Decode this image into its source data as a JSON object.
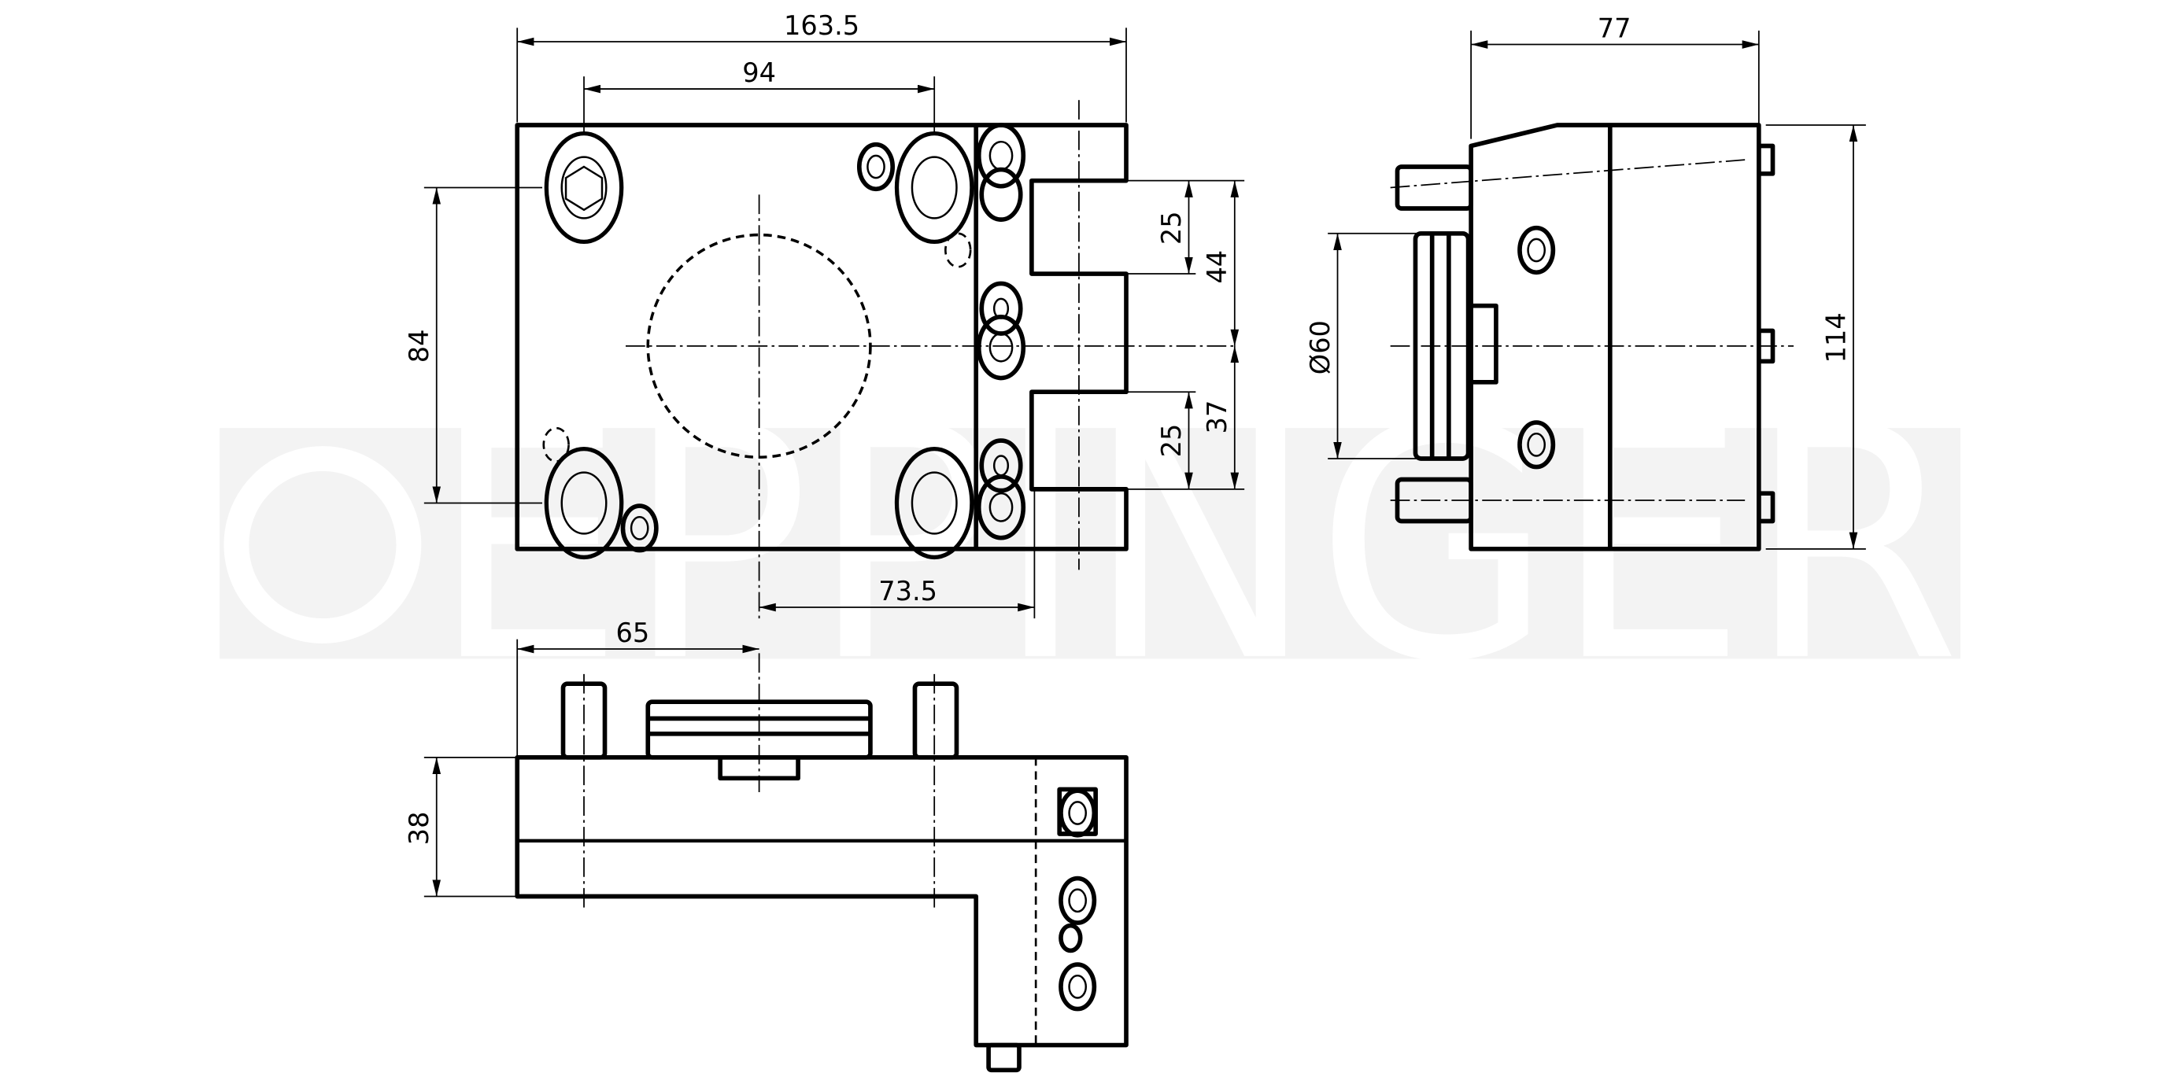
{
  "watermark": {
    "brand": "EPPINGER"
  },
  "dimensions": {
    "top_view": {
      "overall_width": "163.5",
      "hole_spacing_x": "94",
      "hole_spacing_y": "84",
      "slot_upper": "25",
      "slot_upper_offset": "44",
      "slot_lower": "25",
      "slot_lower_offset": "37",
      "center_offset": "73.5"
    },
    "side_view": {
      "depth": "77",
      "height": "114",
      "flange_diameter": "Ø60"
    },
    "front_view": {
      "center_offset": "65",
      "body_height": "38"
    }
  },
  "colors": {
    "line": "#000000",
    "watermark": "#ececec"
  }
}
